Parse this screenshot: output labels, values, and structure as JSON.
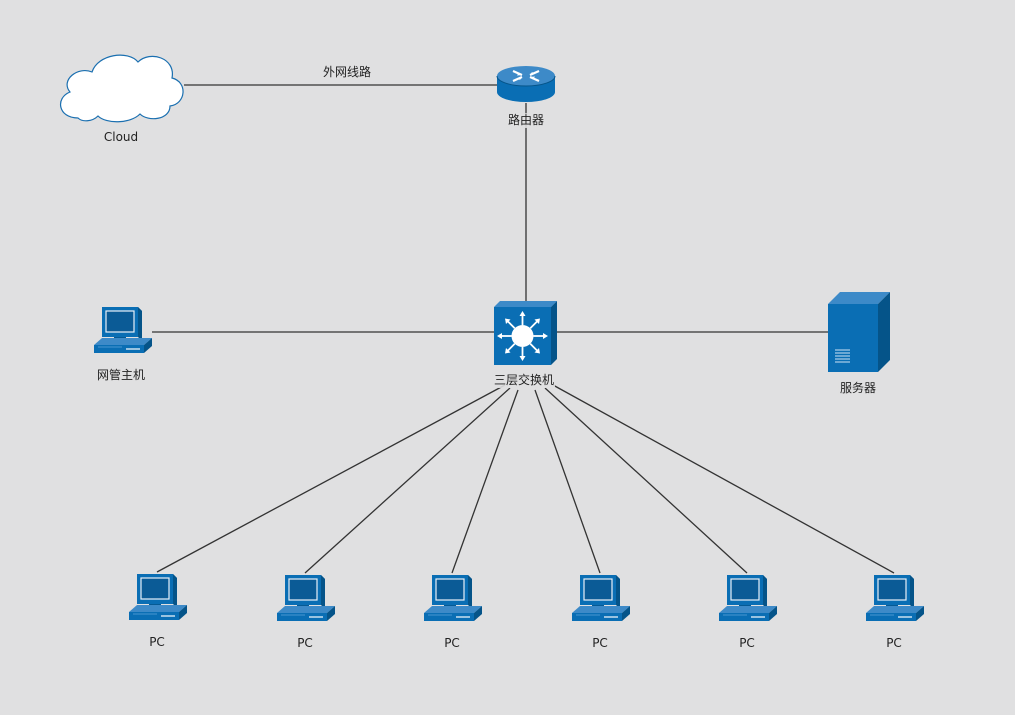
{
  "colors": {
    "background": "#e0e0e1",
    "device": "#0a6eb4",
    "device_dark": "#065a94",
    "edge": "#333333",
    "cloud_fill": "#ffffff",
    "cloud_stroke": "#1a6fb0"
  },
  "nodes": {
    "cloud": {
      "label": "Cloud",
      "icon": "cloud-icon"
    },
    "router": {
      "label": "路由器",
      "icon": "router-icon"
    },
    "switch": {
      "label": "三层交换机",
      "icon": "layer3-switch-icon"
    },
    "admin": {
      "label": "网管主机",
      "icon": "workstation-icon"
    },
    "server": {
      "label": "服务器",
      "icon": "server-icon"
    },
    "pcs": [
      {
        "label": "PC",
        "icon": "workstation-icon"
      },
      {
        "label": "PC",
        "icon": "workstation-icon"
      },
      {
        "label": "PC",
        "icon": "workstation-icon"
      },
      {
        "label": "PC",
        "icon": "workstation-icon"
      },
      {
        "label": "PC",
        "icon": "workstation-icon"
      },
      {
        "label": "PC",
        "icon": "workstation-icon"
      }
    ]
  },
  "edges": [
    {
      "from": "cloud",
      "to": "router",
      "label": "外网线路"
    },
    {
      "from": "router",
      "to": "switch"
    },
    {
      "from": "admin",
      "to": "switch"
    },
    {
      "from": "switch",
      "to": "server"
    },
    {
      "from": "switch",
      "to": "pc1"
    },
    {
      "from": "switch",
      "to": "pc2"
    },
    {
      "from": "switch",
      "to": "pc3"
    },
    {
      "from": "switch",
      "to": "pc4"
    },
    {
      "from": "switch",
      "to": "pc5"
    },
    {
      "from": "switch",
      "to": "pc6"
    }
  ]
}
